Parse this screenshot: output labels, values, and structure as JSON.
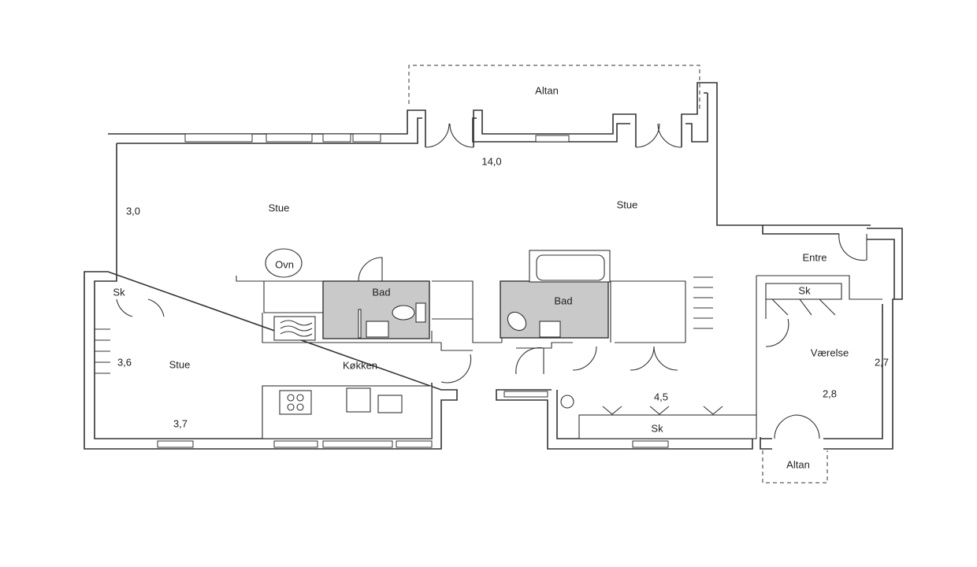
{
  "rooms": {
    "stue_1": "Stue",
    "stue_2": "Stue",
    "stue_3": "Stue",
    "kokken": "Køkken",
    "bad_1": "Bad",
    "bad_2": "Bad",
    "entre": "Entre",
    "vaerelse": "Værelse",
    "sk_1": "Sk",
    "sk_2": "Sk",
    "sk_3": "Sk",
    "ovn": "Ovn",
    "altan_1": "Altan",
    "altan_2": "Altan"
  },
  "dimensions": {
    "d_14_0": "14,0",
    "d_3_0": "3,0",
    "d_3_6": "3,6",
    "d_3_7": "3,7",
    "d_4_5": "4,5",
    "d_2_7": "2,7",
    "d_2_8": "2,8"
  }
}
